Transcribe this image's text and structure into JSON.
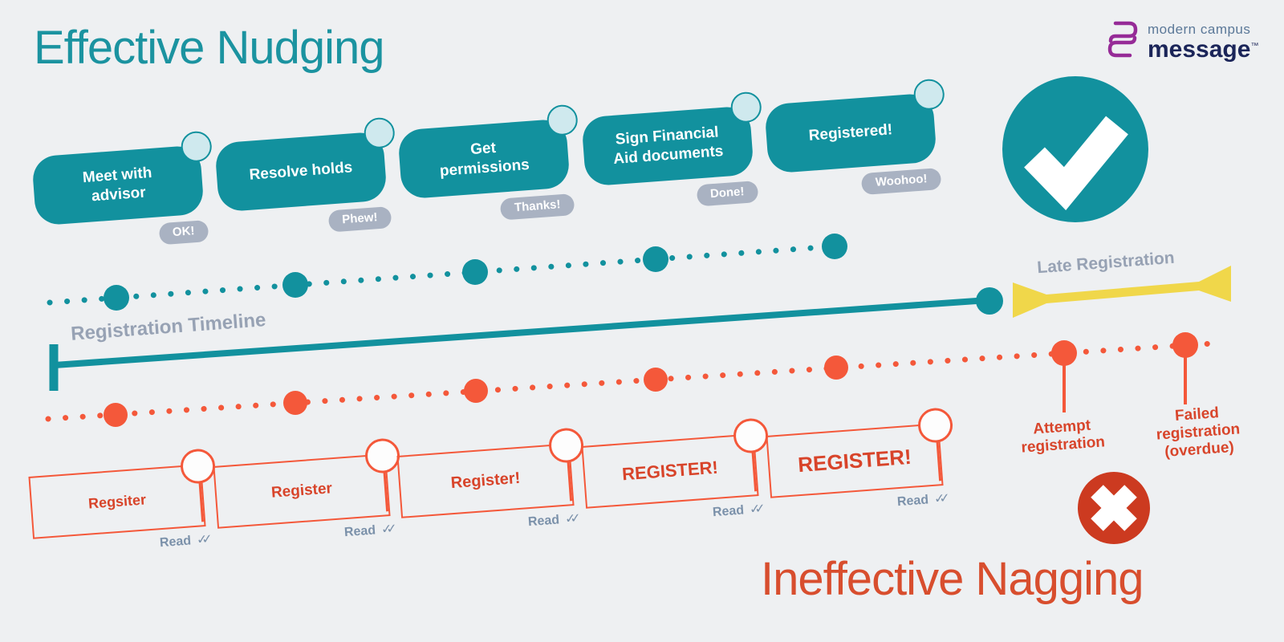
{
  "header": {
    "title": "Effective Nudging"
  },
  "footer": {
    "title": "Ineffective Nagging"
  },
  "logo": {
    "line1": "modern campus",
    "line2": "message",
    "tm": "™"
  },
  "timeline": {
    "label": "Registration Timeline",
    "late_label": "Late Registration"
  },
  "nudges": [
    {
      "label": "Meet with advisor",
      "reply": "OK!"
    },
    {
      "label": "Resolve holds",
      "reply": "Phew!"
    },
    {
      "label": "Get permissions",
      "reply": "Thanks!"
    },
    {
      "label": "Sign Financial Aid documents",
      "reply": "Done!"
    },
    {
      "label": "Registered!",
      "reply": "Woohoo!"
    }
  ],
  "nags": [
    {
      "label": "Regsiter",
      "read": "Read"
    },
    {
      "label": "Register",
      "read": "Read"
    },
    {
      "label": "Register!",
      "read": "Read"
    },
    {
      "label": "REGISTER!",
      "read": "Read"
    },
    {
      "label": "REGISTER!",
      "read": "Read"
    }
  ],
  "annotations": {
    "attempt": "Attempt registration",
    "failed": "Failed registration (overdue)"
  },
  "icons": {
    "read_ticks": "✓✓",
    "check": "checkmark",
    "cross": "x-mark"
  },
  "colors": {
    "background": "#EEF0F2",
    "teal": "#12919E",
    "teal_light": "#CFE9EE",
    "orange": "#F4583A",
    "orange_text": "#D8442A",
    "red_badge": "#CC3A20",
    "yellow": "#F0D74A",
    "gray_pill": "#A9B2C2",
    "gray_label": "#97A2B4",
    "read_label": "#7B91AA",
    "logo_purple": "#962B97",
    "logo_navy": "#1B2559",
    "logo_slate": "#5B7898"
  }
}
